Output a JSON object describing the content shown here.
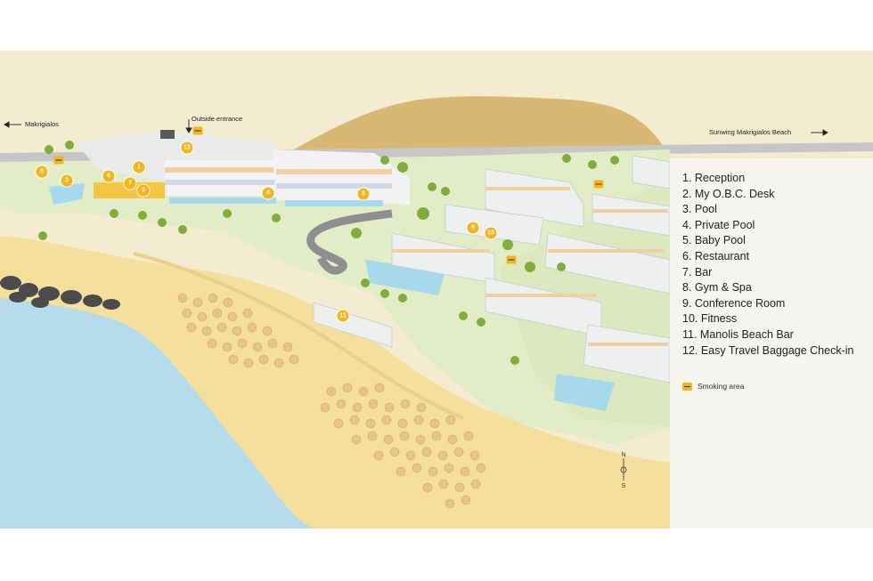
{
  "map": {
    "colors": {
      "sea": "#b7dcec",
      "sand": "#f6e2a0",
      "grass": "#e3edc9",
      "hill": "#d9b870",
      "road": "#c9c9c9",
      "building": "#eef0ef",
      "pool": "#a4d8ec",
      "pin": "#f2b51c"
    }
  },
  "labels": {
    "west_direction": "Makrigialos",
    "east_direction": "Sunwing Makrigialos Beach",
    "outside_entrance": "Outside entrance"
  },
  "markers": [
    "1",
    "2",
    "3",
    "4",
    "5",
    "6",
    "7",
    "8",
    "9",
    "10",
    "11",
    "12"
  ],
  "legend": {
    "items": [
      "1. Reception",
      "2. My O.B.C. Desk",
      "3. Pool",
      "4. Private Pool",
      "5. Baby Pool",
      "6. Restaurant",
      "7. Bar",
      "8. Gym & Spa",
      "9. Conference Room",
      "10. Fitness",
      "11. Manolis Beach Bar",
      "12. Easy Travel Baggage Check-in"
    ],
    "smoking_label": "Smoking area"
  },
  "compass": {
    "north": "N",
    "south": "S"
  }
}
